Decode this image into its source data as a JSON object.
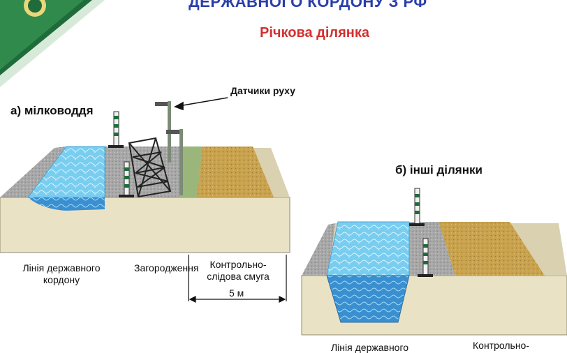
{
  "header": {
    "title": "ДЕРЖАВНОГО КОРДОНУ З РФ",
    "subtitle": "Річкова ділянка"
  },
  "diagram": {
    "sensors_label": "Датчики руху",
    "section_a_label": "а) мілководдя",
    "section_b_label": "б) інші ділянки",
    "border_line_label": "Лінія державного кордону",
    "barrier_label": "Загородження",
    "control_strip_label": "Контрольно-слідова смуга",
    "strip_width_label": "5 м",
    "border_line_label_b": "Лінія державного",
    "control_strip_label_b": "Контрольно-"
  },
  "colors": {
    "title": "#2b3fa8",
    "subtitle": "#d32f2f",
    "ground": "#eae2c4",
    "water": "#7fd0f0",
    "sand": "#c9a24e",
    "gravel": "#a9a9a9",
    "grass": "#9ab67a",
    "emblem_green": "#1f6b3a"
  }
}
